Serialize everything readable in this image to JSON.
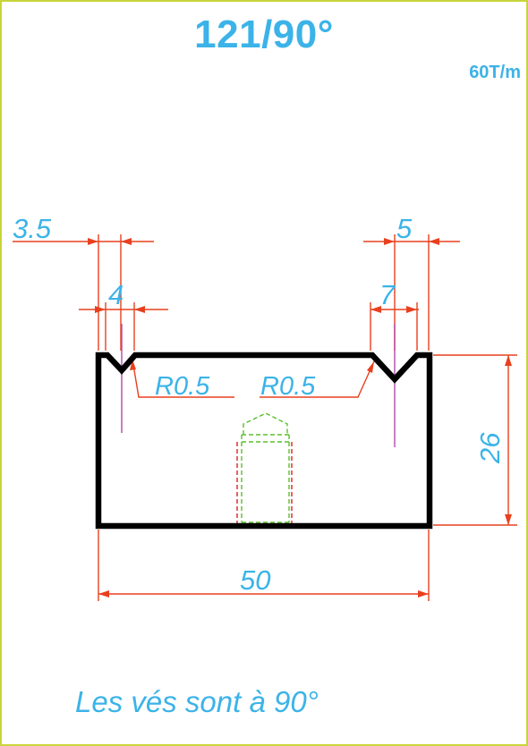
{
  "header": {
    "title": "121/90°",
    "capacity": "60T/m"
  },
  "dimensions": {
    "top_left_outer": "3.5",
    "top_left_inner": "4",
    "top_right_outer": "5",
    "top_right_inner": "7",
    "radius_left": "R0.5",
    "radius_right": "R0.5",
    "height": "26",
    "width": "50"
  },
  "footer": {
    "note": "Les vés sont à 90°"
  },
  "colors": {
    "frame": "#c8d43a",
    "accent_text": "#3bb3e8",
    "dimension_lines": "#e8401e",
    "outline": "#000000",
    "centerlines": "#b04aa8",
    "hidden_green": "#5cbf2a",
    "hidden_red": "#e0201e"
  }
}
